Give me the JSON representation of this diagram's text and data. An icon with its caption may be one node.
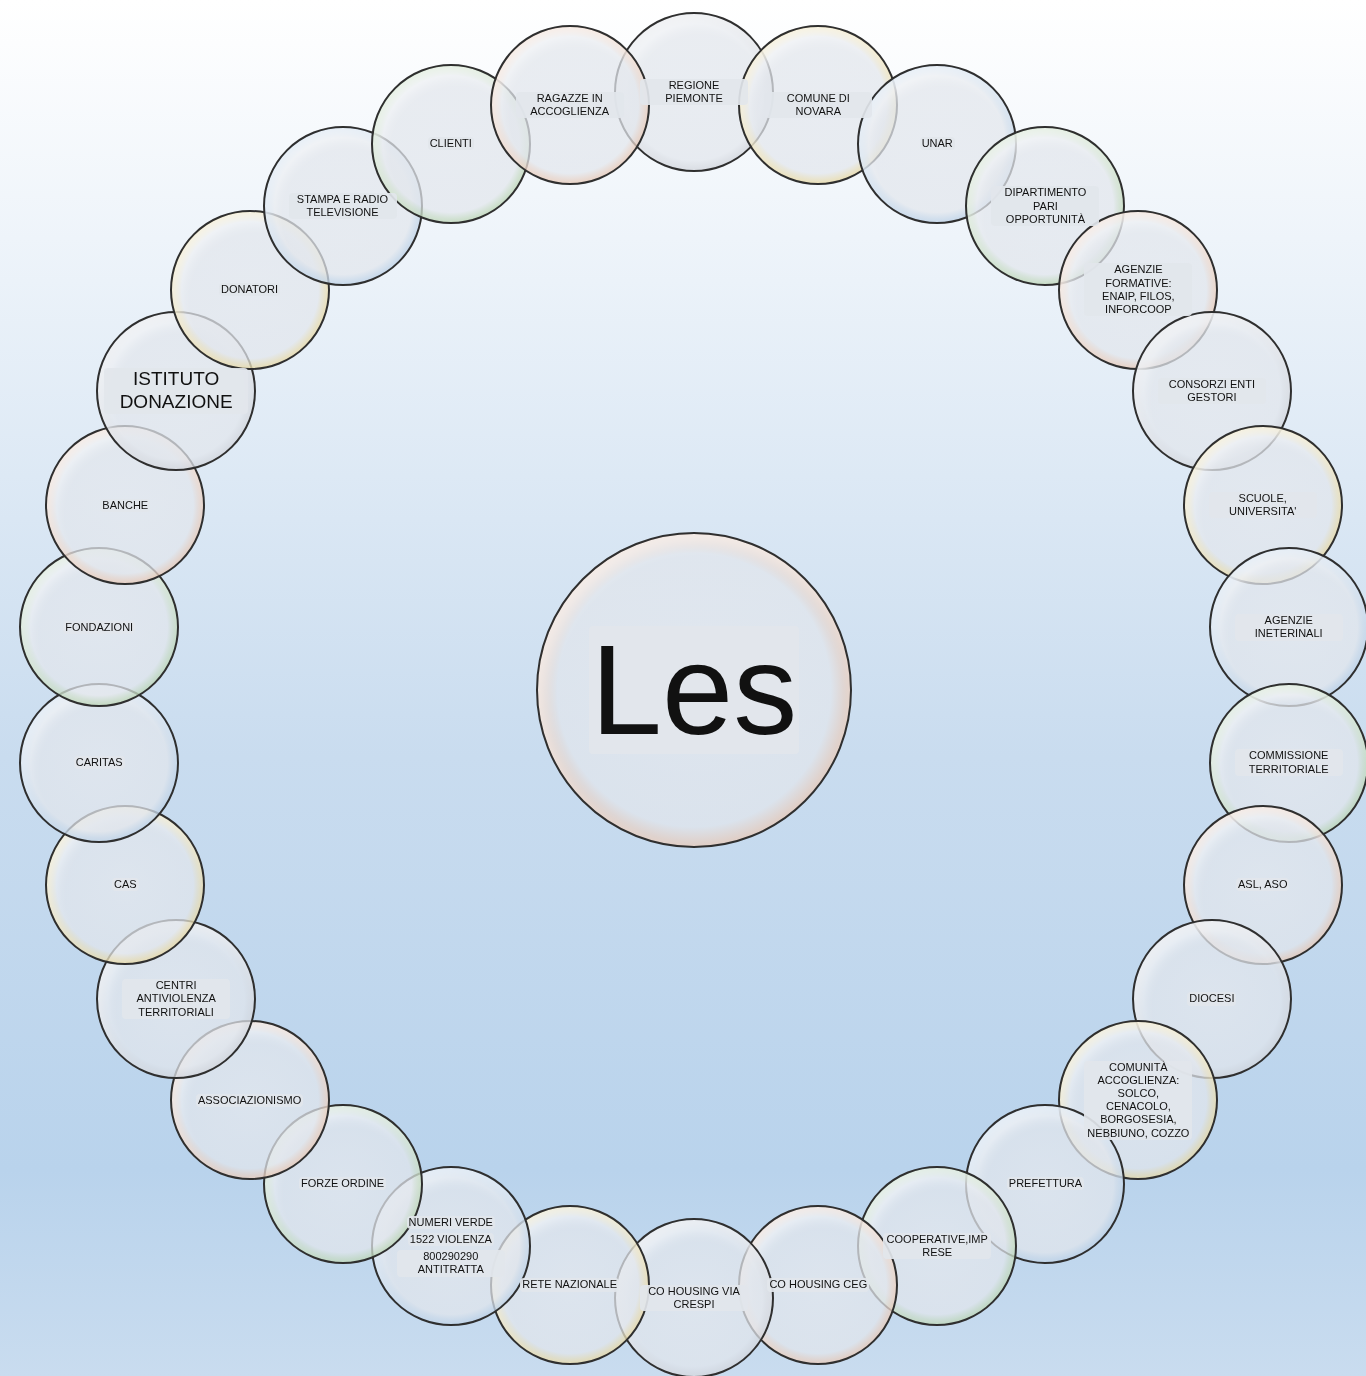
{
  "diagram": {
    "nodes": [
      {
        "text": [
          "Les"
        ]
      },
      {
        "text": [
          "REGIONE PIEMONTE"
        ]
      },
      {
        "text": [
          "COMUNE DI NOVARA"
        ]
      },
      {
        "text": [
          "UNAR"
        ]
      },
      {
        "text": [
          "DIPARTIMENTO PARI OPPORTUNITÀ"
        ]
      },
      {
        "text": [
          "AGENZIE FORMATIVE: ENAIP, FILOS, INFORCOOP"
        ]
      },
      {
        "text": [
          "CONSORZI ENTI GESTORI"
        ]
      },
      {
        "text": [
          "SCUOLE, UNIVERSITA'"
        ]
      },
      {
        "text": [
          "AGENZIE INETERINALI"
        ]
      },
      {
        "text": [
          "COMMISSIONE TERRITORIALE"
        ]
      },
      {
        "text": [
          "ASL, ASO"
        ]
      },
      {
        "text": [
          "DIOCESI"
        ]
      },
      {
        "text": [
          "COMUNITÀ ACCOGLIENZA: SOLCO, CENACOLO, BORGOSESIA, NEBBIUNO, COZZO"
        ]
      },
      {
        "text": [
          "PREFETTURA"
        ]
      },
      {
        "text": [
          "COOPERATIVE,IMPRESE"
        ]
      },
      {
        "text": [
          "CO HOUSING CEG"
        ]
      },
      {
        "text": [
          "CO HOUSING VIA CRESPI"
        ]
      },
      {
        "text": [
          "RETE NAZIONALE"
        ]
      },
      {
        "text": [
          "NUMERI VERDE",
          "1522 VIOLENZA",
          "800290290 ANTITRATTA"
        ]
      },
      {
        "text": [
          "FORZE ORDINE"
        ]
      },
      {
        "text": [
          "ASSOCIAZIONISMO"
        ]
      },
      {
        "text": [
          "CENTRI ANTIVIOLENZA TERRITORIALI"
        ]
      },
      {
        "text": [
          "CAS"
        ]
      },
      {
        "text": [
          "CARITAS"
        ]
      },
      {
        "text": [
          "FONDAZIONI"
        ]
      },
      {
        "text": [
          "BANCHE"
        ]
      },
      {
        "text": [
          "ISTITUTO DONAZIONE"
        ]
      },
      {
        "text": [
          "DONATORI"
        ]
      },
      {
        "text": [
          "STAMPA E RADIO TELEVISIONE"
        ]
      },
      {
        "text": [
          "CLIENTI"
        ]
      },
      {
        "text": [
          "RAGAZZE IN ACCOGLIENZA"
        ]
      }
    ]
  }
}
